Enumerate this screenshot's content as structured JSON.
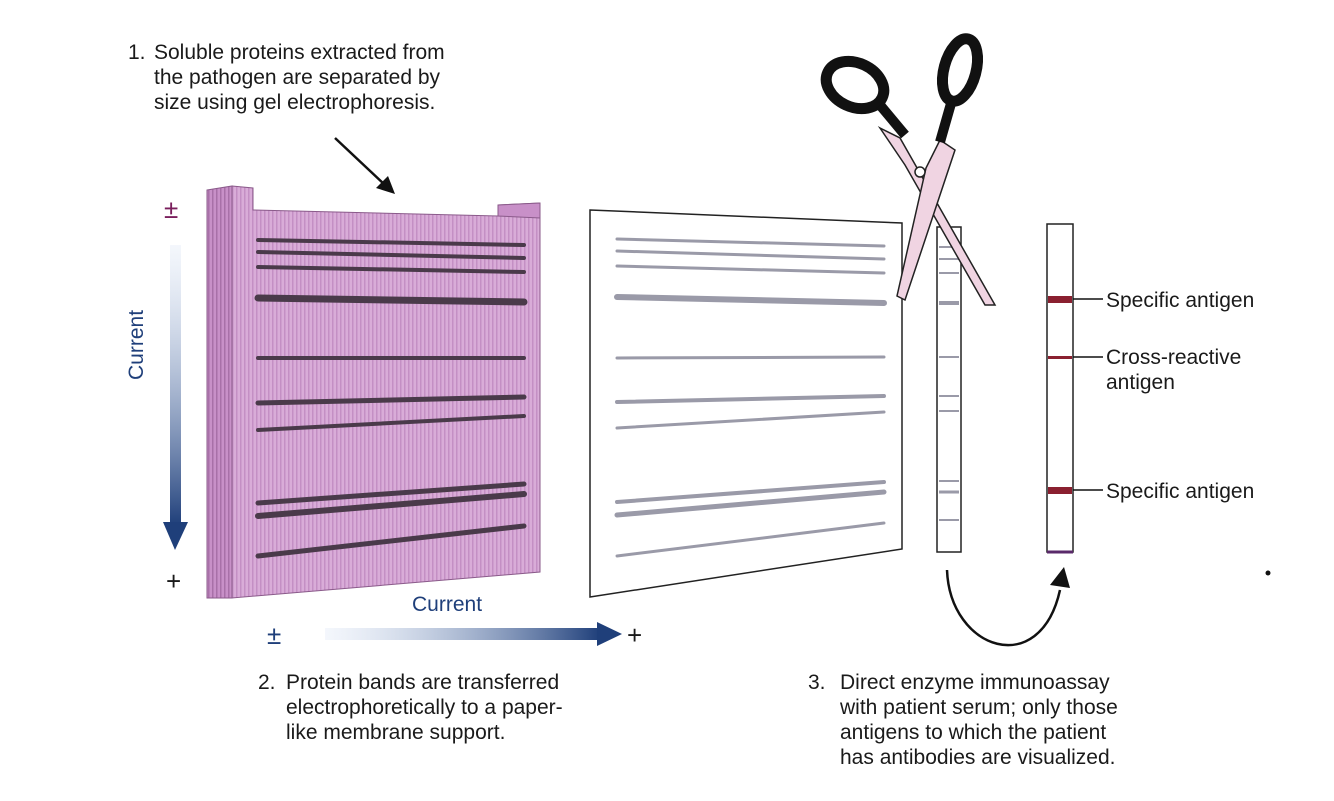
{
  "steps": {
    "step1": {
      "num": "1.",
      "lines": [
        "Soluble proteins extracted from",
        "the pathogen are separated by",
        "size using gel electrophoresis."
      ]
    },
    "step2": {
      "num": "2.",
      "lines": [
        "Protein bands are transferred",
        "electrophoretically to a paper-",
        "like membrane support."
      ]
    },
    "step3": {
      "num": "3.",
      "lines": [
        "Direct enzyme immunoassay",
        "with patient serum; only those",
        "antigens to which the patient",
        "has antibodies are visualized."
      ]
    }
  },
  "labels": {
    "specific_antigen_top": "Specific antigen",
    "cross_reactive": [
      "Cross-reactive",
      "antigen"
    ],
    "specific_antigen_bottom": "Specific antigen",
    "current_vertical": "Current",
    "current_horizontal": "Current",
    "plus_minus": "±",
    "plus": "+"
  },
  "colors": {
    "gel": "#d7a9d6",
    "gel_dark": "#b47fb5",
    "current_arrow": "#1f3f7a",
    "band": "#4a3a4a",
    "membrane_band": "#9a9aa8",
    "antigen_band": "#8a2030"
  }
}
